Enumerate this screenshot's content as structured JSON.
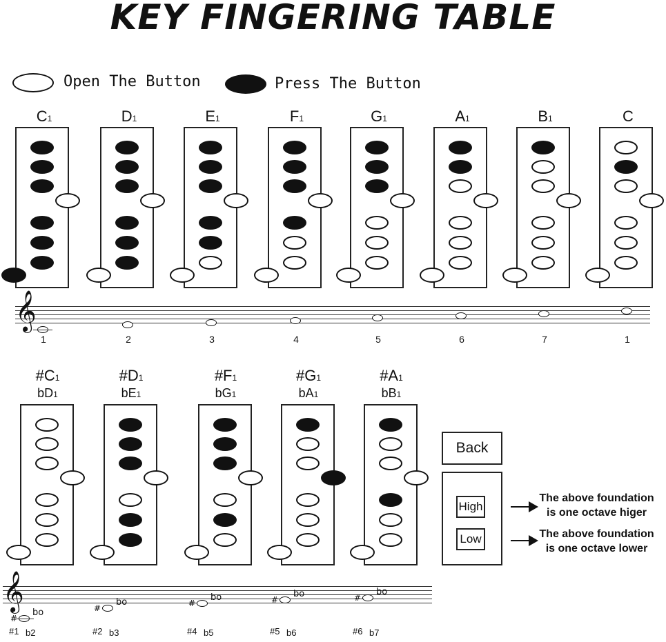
{
  "title": "KEY FINGERING TABLE",
  "legend": {
    "open_label": "Open The Button",
    "pressed_label": "Press The Button"
  },
  "row1": [
    {
      "note": "C",
      "sub": "1",
      "holes": [
        1,
        1,
        1,
        1,
        1,
        1
      ],
      "side": 0,
      "thumb": 1,
      "num": "1"
    },
    {
      "note": "D",
      "sub": "1",
      "holes": [
        1,
        1,
        1,
        1,
        1,
        1
      ],
      "side": 0,
      "thumb": 0,
      "num": "2"
    },
    {
      "note": "E",
      "sub": "1",
      "holes": [
        1,
        1,
        1,
        1,
        1,
        0
      ],
      "side": 0,
      "thumb": 0,
      "num": "3"
    },
    {
      "note": "F",
      "sub": "1",
      "holes": [
        1,
        1,
        1,
        1,
        0,
        0
      ],
      "side": 0,
      "thumb": 0,
      "num": "4"
    },
    {
      "note": "G",
      "sub": "1",
      "holes": [
        1,
        1,
        1,
        0,
        0,
        0
      ],
      "side": 0,
      "thumb": 0,
      "num": "5"
    },
    {
      "note": "A",
      "sub": "1",
      "holes": [
        1,
        1,
        0,
        0,
        0,
        0
      ],
      "side": 0,
      "thumb": 0,
      "num": "6"
    },
    {
      "note": "B",
      "sub": "1",
      "holes": [
        1,
        0,
        0,
        0,
        0,
        0
      ],
      "side": 0,
      "thumb": 0,
      "num": "7"
    },
    {
      "note": "C",
      "sub": "",
      "holes": [
        0,
        1,
        0,
        0,
        0,
        0
      ],
      "side": 0,
      "thumb": 0,
      "num": "1"
    }
  ],
  "row2": [
    {
      "sharp": "#C",
      "sharp_sub": "1",
      "flat": "bD",
      "flat_sub": "1",
      "holes": [
        0,
        0,
        0,
        0,
        0,
        0
      ],
      "side": 0,
      "thumb": 0,
      "num_a": "#1",
      "num_b": "b2"
    },
    {
      "sharp": "#D",
      "sharp_sub": "1",
      "flat": "bE",
      "flat_sub": "1",
      "holes": [
        1,
        1,
        1,
        0,
        1,
        1
      ],
      "side": 0,
      "thumb": 0,
      "num_a": "#2",
      "num_b": "b3"
    },
    {
      "sharp": "#F",
      "sharp_sub": "1",
      "flat": "bG",
      "flat_sub": "1",
      "holes": [
        1,
        1,
        1,
        0,
        1,
        0
      ],
      "side": 0,
      "thumb": 0,
      "num_a": "#4",
      "num_b": "b5"
    },
    {
      "sharp": "#G",
      "sharp_sub": "1",
      "flat": "bA",
      "flat_sub": "1",
      "holes": [
        1,
        0,
        0,
        0,
        0,
        0
      ],
      "side": 1,
      "thumb": 0,
      "num_a": "#5",
      "num_b": "b6"
    },
    {
      "sharp": "#A",
      "sharp_sub": "1",
      "flat": "bB",
      "flat_sub": "1",
      "holes": [
        1,
        0,
        0,
        1,
        0,
        0
      ],
      "side": 0,
      "thumb": 0,
      "num_a": "#6",
      "num_b": "b7"
    }
  ],
  "controls": {
    "back_label": "Back",
    "high_label": "High",
    "low_label": "Low",
    "high_desc_1": "The above foundation",
    "high_desc_2": "is one octave higer",
    "low_desc_1": "The above foundation",
    "low_desc_2": "is one octave lower"
  }
}
